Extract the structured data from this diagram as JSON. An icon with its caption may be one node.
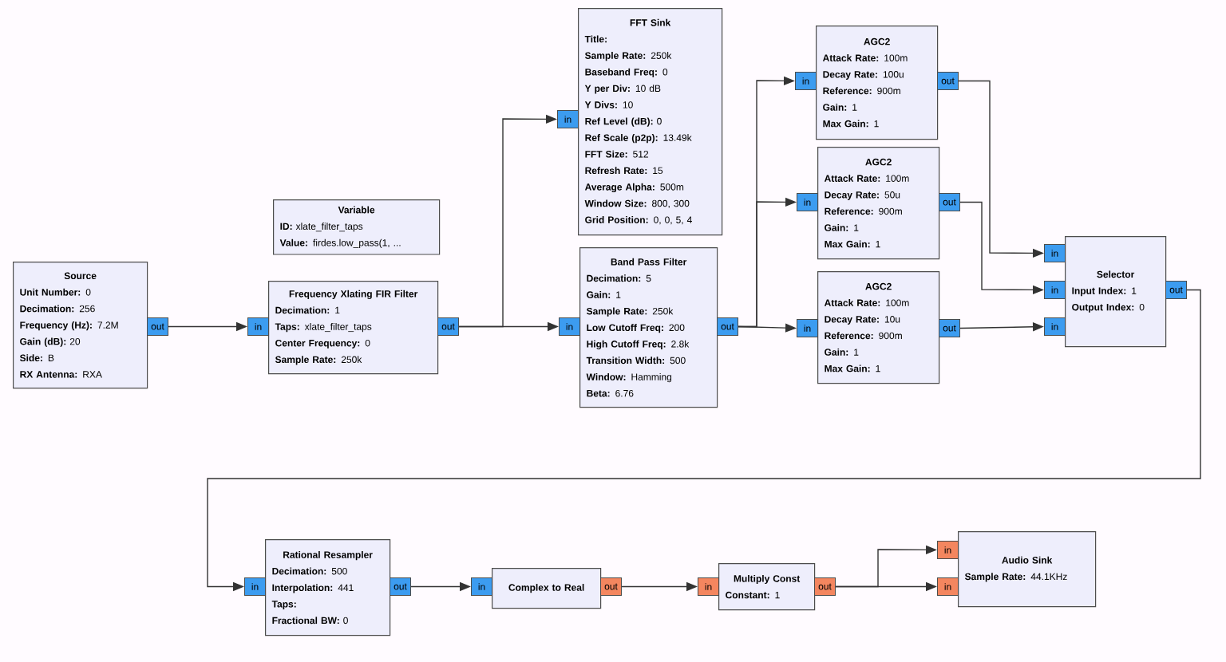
{
  "diagram": {
    "nodes": [
      {
        "text": [
          "Source",
          "**Unit Number:** 0",
          "**Decimation:** 256",
          "**Frequency (Hz):** 7.2M",
          "**Gain (dB):** 20",
          "**Side:** B",
          "**RX Antenna:** RXA"
        ]
      },
      {
        "text": [
          "out"
        ]
      },
      {
        "text": [
          "Frequency Xlating FIR Filter",
          "**Decimation:** 1",
          "**Taps:** xlate_filter_taps",
          "**Center Frequency:** 0",
          "**Sample Rate:** 250k"
        ]
      },
      {
        "text": [
          "in"
        ]
      },
      {
        "text": [
          "out"
        ]
      },
      {
        "text": [
          "Variable",
          "**ID:** xlate_filter_taps",
          "**Value:** firdes.low_pass(1, ..."
        ]
      },
      {
        "text": [
          "FFT Sink",
          "**Title:**",
          "**Sample Rate:** 250k",
          "**Baseband Freq:** 0",
          "**Y per Div:** 10 dB",
          "**Y Divs:** 10",
          "**Ref Level (dB):** 0",
          "**Ref Scale (p2p):** 13.49k",
          "**FFT Size:** 512",
          "**Refresh Rate:** 15",
          "**Average Alpha:** 500m",
          "**Window Size:** 800, 300",
          "**Grid Position:** 0, 0, 5, 4"
        ]
      },
      {
        "text": [
          "in"
        ]
      },
      {
        "text": [
          "Band Pass Filter",
          "**Decimation:** 5",
          "**Gain:** 1",
          "**Sample Rate:** 250k",
          "**Low Cutoff Freq:** 200",
          "**High Cutoff Freq:** 2.8k",
          "**Transition Width:** 500",
          "**Window:** Hamming",
          "**Beta:** 6.76"
        ]
      },
      {
        "text": [
          "in"
        ]
      },
      {
        "text": [
          "out"
        ]
      },
      {
        "text": [
          "AGC2",
          "**Attack Rate:** 100m",
          "**Decay Rate:** 100u",
          "**Reference:** 900m",
          "**Gain:** 1",
          "**Max Gain:** 1"
        ]
      },
      {
        "text": [
          "in"
        ]
      },
      {
        "text": [
          "out"
        ]
      },
      {
        "text": [
          "AGC2",
          "**Attack Rate:** 100m",
          "**Decay Rate:** 50u",
          "**Reference:** 900m",
          "**Gain:** 1",
          "**Max Gain:** 1"
        ]
      },
      {
        "text": [
          "in"
        ]
      },
      {
        "text": [
          "out"
        ]
      },
      {
        "text": [
          "AGC2",
          "**Attack Rate:** 100m",
          "**Decay Rate:** 10u",
          "**Reference:** 900m",
          "**Gain:** 1",
          "**Max Gain:** 1"
        ]
      },
      {
        "text": [
          "in"
        ]
      },
      {
        "text": [
          "out"
        ]
      },
      {
        "text": [
          "Selector",
          "**Input Index:** 1",
          "**Output Index:** 0"
        ]
      },
      {
        "text": [
          "in"
        ]
      },
      {
        "text": [
          "in"
        ]
      },
      {
        "text": [
          "in"
        ]
      },
      {
        "text": [
          "out"
        ]
      },
      {
        "text": [
          "Rational Resampler",
          "**Decimation:** 500",
          "**Interpolation:** 441",
          "**Taps:**",
          "**Fractional BW:** 0"
        ]
      },
      {
        "text": [
          "in"
        ]
      },
      {
        "text": [
          "out"
        ]
      },
      {
        "text": [
          "Complex to Real"
        ]
      },
      {
        "text": [
          "in"
        ]
      },
      {
        "text": [
          "out"
        ]
      },
      {
        "text": [
          "Multiply Const",
          "**Constant:** 1"
        ]
      },
      {
        "text": [
          "in"
        ]
      },
      {
        "text": [
          "out"
        ]
      },
      {
        "text": [
          "Audio Sink",
          "**Sample Rate:** 44.1KHz"
        ]
      },
      {
        "text": [
          "in"
        ]
      },
      {
        "text": [
          "in"
        ]
      }
    ],
    "edges": [
      {
        "from": 1,
        "to": 3,
        "arrow": "to"
      },
      {
        "from": 4,
        "to": 7,
        "arrow": "to"
      },
      {
        "from": 4,
        "to": 9,
        "arrow": "to"
      },
      {
        "from": 10,
        "to": 12,
        "arrow": "to"
      },
      {
        "from": 10,
        "to": 15,
        "arrow": "to"
      },
      {
        "from": 10,
        "to": 18,
        "arrow": "to"
      },
      {
        "from": 13,
        "to": 21,
        "arrow": "to"
      },
      {
        "from": 16,
        "to": 22,
        "arrow": "to"
      },
      {
        "from": 19,
        "to": 23,
        "arrow": "to"
      },
      {
        "from": 24,
        "to": 26,
        "arrow": "to"
      },
      {
        "from": 27,
        "to": 29,
        "arrow": "to"
      },
      {
        "from": 30,
        "to": 32,
        "arrow": "to"
      },
      {
        "from": 33,
        "to": 35,
        "arrow": "to"
      },
      {
        "from": 33,
        "to": 36,
        "arrow": "to"
      }
    ]
  }
}
